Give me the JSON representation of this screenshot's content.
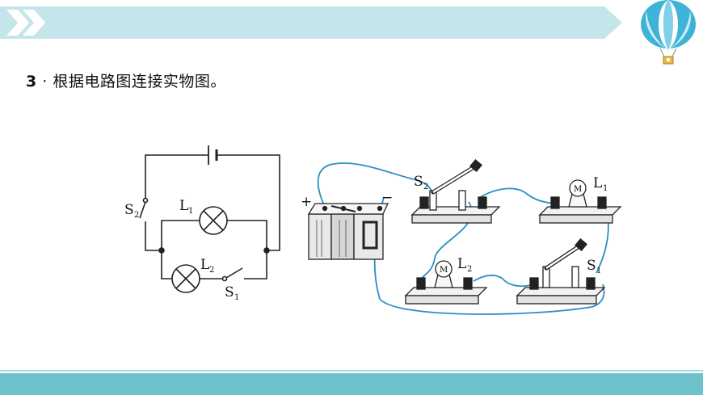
{
  "question": {
    "number": "3",
    "separator": "·",
    "text": "根据电路图连接实物图。"
  },
  "schematic": {
    "switch_s2": {
      "main": "S",
      "sub": "2"
    },
    "switch_s1": {
      "main": "S",
      "sub": "1"
    },
    "lamp_l1": {
      "main": "L",
      "sub": "1"
    },
    "lamp_l2": {
      "main": "L",
      "sub": "2"
    }
  },
  "physical": {
    "battery_plus": "+",
    "battery_minus": "−",
    "switch_s2": {
      "main": "S",
      "sub": "2"
    },
    "switch_s1": {
      "main": "S",
      "sub": "1"
    },
    "lamp_l1": {
      "main": "L",
      "sub": "1"
    },
    "lamp_l2": {
      "main": "L",
      "sub": "2"
    },
    "bulb_mark": "M"
  },
  "colors": {
    "banner_light": "#c4e6ea",
    "banner_chevron": "#6dc2cc",
    "wire": "#2a8fc6",
    "bottom_bar": "#6dc2cc"
  }
}
